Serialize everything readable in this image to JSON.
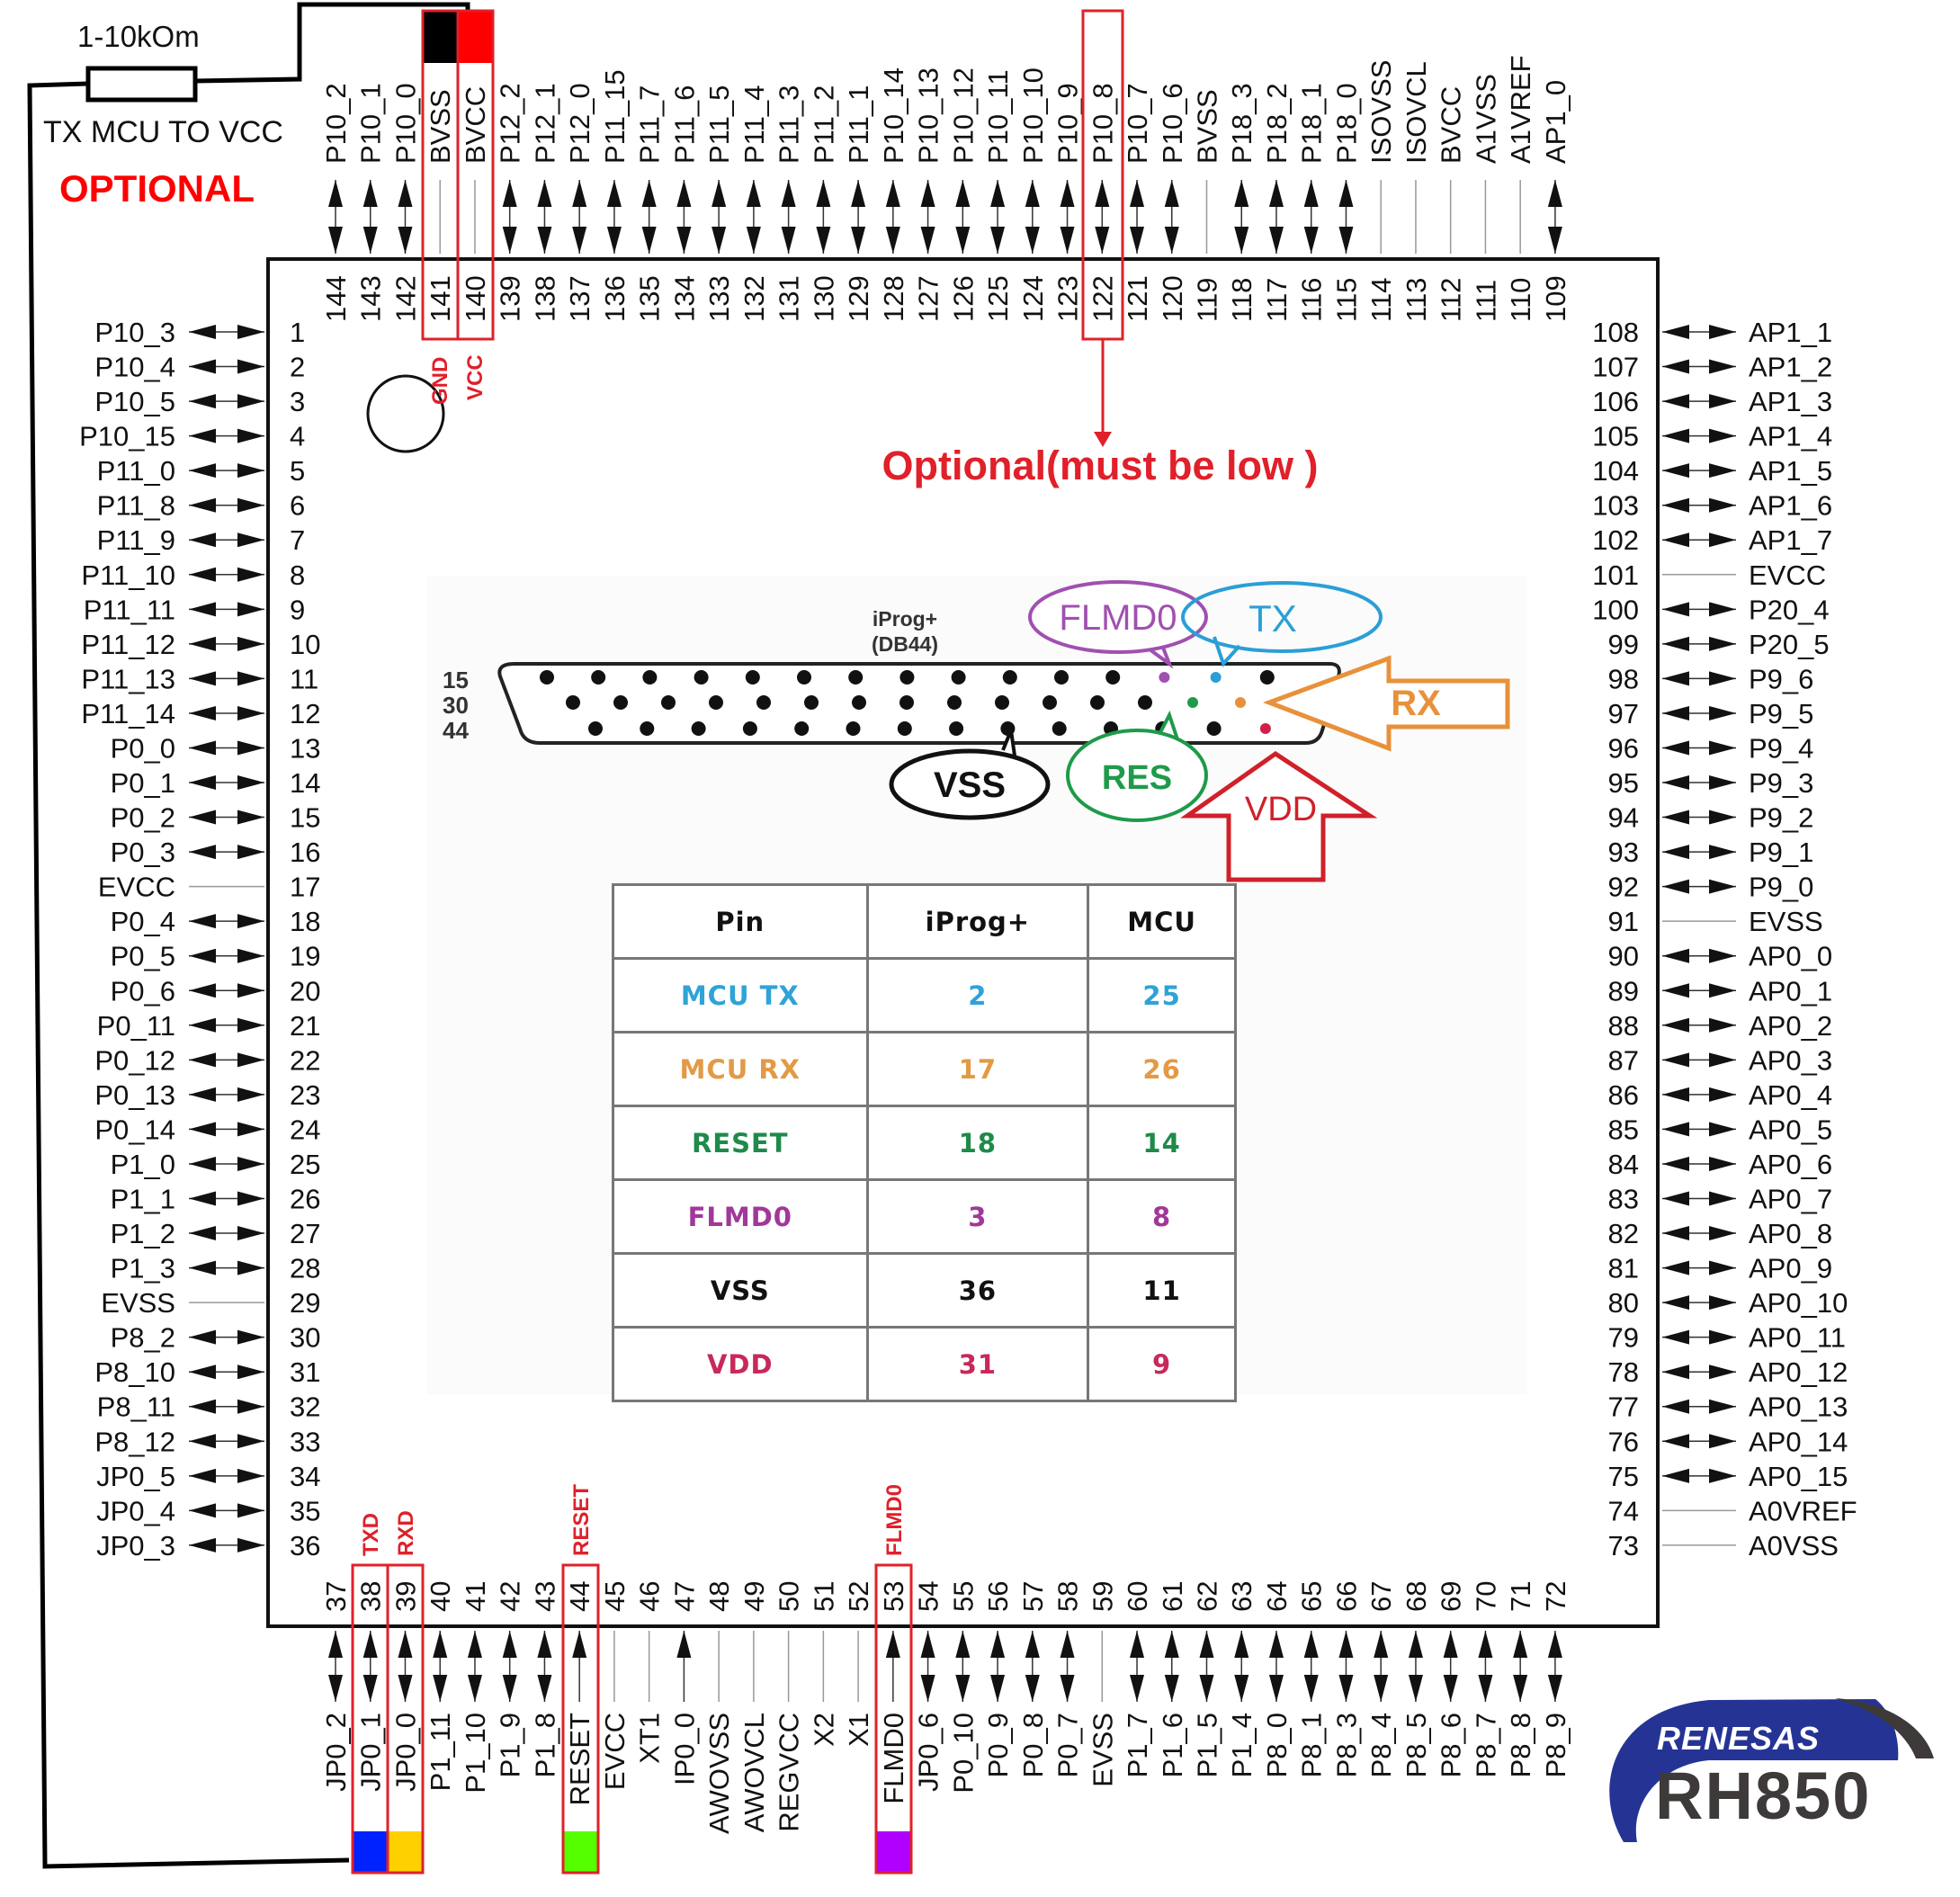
{
  "annotations": {
    "resistor_label": "1-10kOm",
    "tx_note": "TX MCU TO VCC",
    "optional_note": "OPTIONAL",
    "gnd_label": "GND",
    "vcc_label": "VCC",
    "must_be_low_note": "Optional(must be low )",
    "txd_label": "TXD",
    "rxd_label": "RXD",
    "reset_label": "RESET",
    "flmd0_label": "FLMD0"
  },
  "colors": {
    "highlight_red": "#e0202a",
    "gnd_block": "#000000",
    "vcc_block": "#ff0000",
    "txd_block": "#0022ff",
    "rxd_block": "#ffd000",
    "reset_block": "#55ff00",
    "flmd0_block": "#b000ff",
    "tx": "#2a9fd6",
    "rx": "#e8913a",
    "reset": "#1e9a4a",
    "flmd0": "#a050b0",
    "vss": "#111111",
    "vdd": "#d0204a"
  },
  "top_pins": [
    {
      "num": "144",
      "label": "P10_2",
      "dir": "bidir"
    },
    {
      "num": "143",
      "label": "P10_1",
      "dir": "bidir"
    },
    {
      "num": "142",
      "label": "P10_0",
      "dir": "bidir"
    },
    {
      "num": "141",
      "label": "BVSS",
      "dir": "none"
    },
    {
      "num": "140",
      "label": "BVCC",
      "dir": "none"
    },
    {
      "num": "139",
      "label": "P12_2",
      "dir": "bidir"
    },
    {
      "num": "138",
      "label": "P12_1",
      "dir": "bidir"
    },
    {
      "num": "137",
      "label": "P12_0",
      "dir": "bidir"
    },
    {
      "num": "136",
      "label": "P11_15",
      "dir": "bidir"
    },
    {
      "num": "135",
      "label": "P11_7",
      "dir": "bidir"
    },
    {
      "num": "134",
      "label": "P11_6",
      "dir": "bidir"
    },
    {
      "num": "133",
      "label": "P11_5",
      "dir": "bidir"
    },
    {
      "num": "132",
      "label": "P11_4",
      "dir": "bidir"
    },
    {
      "num": "131",
      "label": "P11_3",
      "dir": "bidir"
    },
    {
      "num": "130",
      "label": "P11_2",
      "dir": "bidir"
    },
    {
      "num": "129",
      "label": "P11_1",
      "dir": "bidir"
    },
    {
      "num": "128",
      "label": "P10_14",
      "dir": "bidir"
    },
    {
      "num": "127",
      "label": "P10_13",
      "dir": "bidir"
    },
    {
      "num": "126",
      "label": "P10_12",
      "dir": "bidir"
    },
    {
      "num": "125",
      "label": "P10_11",
      "dir": "bidir"
    },
    {
      "num": "124",
      "label": "P10_10",
      "dir": "bidir"
    },
    {
      "num": "123",
      "label": "P10_9",
      "dir": "bidir"
    },
    {
      "num": "122",
      "label": "P10_8",
      "dir": "bidir"
    },
    {
      "num": "121",
      "label": "P10_7",
      "dir": "bidir"
    },
    {
      "num": "120",
      "label": "P10_6",
      "dir": "bidir"
    },
    {
      "num": "119",
      "label": "BVSS",
      "dir": "none"
    },
    {
      "num": "118",
      "label": "P18_3",
      "dir": "bidir"
    },
    {
      "num": "117",
      "label": "P18_2",
      "dir": "bidir"
    },
    {
      "num": "116",
      "label": "P18_1",
      "dir": "bidir"
    },
    {
      "num": "115",
      "label": "P18_0",
      "dir": "bidir"
    },
    {
      "num": "114",
      "label": "ISOVSS",
      "dir": "none"
    },
    {
      "num": "113",
      "label": "ISOVCL",
      "dir": "none"
    },
    {
      "num": "112",
      "label": "BVCC",
      "dir": "none"
    },
    {
      "num": "111",
      "label": "A1VSS",
      "dir": "none"
    },
    {
      "num": "110",
      "label": "A1VREF",
      "dir": "none"
    },
    {
      "num": "109",
      "label": "AP1_0",
      "dir": "bidir"
    }
  ],
  "bottom_pins": [
    {
      "num": "37",
      "label": "JP0_2",
      "dir": "bidir"
    },
    {
      "num": "38",
      "label": "JP0_1",
      "dir": "bidir"
    },
    {
      "num": "39",
      "label": "JP0_0",
      "dir": "bidir"
    },
    {
      "num": "40",
      "label": "P1_11",
      "dir": "bidir"
    },
    {
      "num": "41",
      "label": "P1_10",
      "dir": "bidir"
    },
    {
      "num": "42",
      "label": "P1_9",
      "dir": "bidir"
    },
    {
      "num": "43",
      "label": "P1_8",
      "dir": "bidir"
    },
    {
      "num": "44",
      "label": "RESET",
      "dir": "in"
    },
    {
      "num": "45",
      "label": "EVCC",
      "dir": "none"
    },
    {
      "num": "46",
      "label": "XT1",
      "dir": "none"
    },
    {
      "num": "47",
      "label": "IP0_0",
      "dir": "in"
    },
    {
      "num": "48",
      "label": "AWOVSS",
      "dir": "none"
    },
    {
      "num": "49",
      "label": "AWOVCL",
      "dir": "none"
    },
    {
      "num": "50",
      "label": "REGVCC",
      "dir": "none"
    },
    {
      "num": "51",
      "label": "X2",
      "dir": "none"
    },
    {
      "num": "52",
      "label": "X1",
      "dir": "none"
    },
    {
      "num": "53",
      "label": "FLMD0",
      "dir": "in"
    },
    {
      "num": "54",
      "label": "JP0_6",
      "dir": "bidir"
    },
    {
      "num": "55",
      "label": "P0_10",
      "dir": "bidir"
    },
    {
      "num": "56",
      "label": "P0_9",
      "dir": "bidir"
    },
    {
      "num": "57",
      "label": "P0_8",
      "dir": "bidir"
    },
    {
      "num": "58",
      "label": "P0_7",
      "dir": "bidir"
    },
    {
      "num": "59",
      "label": "EVSS",
      "dir": "none"
    },
    {
      "num": "60",
      "label": "P1_7",
      "dir": "bidir"
    },
    {
      "num": "61",
      "label": "P1_6",
      "dir": "bidir"
    },
    {
      "num": "62",
      "label": "P1_5",
      "dir": "bidir"
    },
    {
      "num": "63",
      "label": "P1_4",
      "dir": "bidir"
    },
    {
      "num": "64",
      "label": "P8_0",
      "dir": "bidir"
    },
    {
      "num": "65",
      "label": "P8_1",
      "dir": "bidir"
    },
    {
      "num": "66",
      "label": "P8_3",
      "dir": "bidir"
    },
    {
      "num": "67",
      "label": "P8_4",
      "dir": "bidir"
    },
    {
      "num": "68",
      "label": "P8_5",
      "dir": "bidir"
    },
    {
      "num": "69",
      "label": "P8_6",
      "dir": "bidir"
    },
    {
      "num": "70",
      "label": "P8_7",
      "dir": "bidir"
    },
    {
      "num": "71",
      "label": "P8_8",
      "dir": "bidir"
    },
    {
      "num": "72",
      "label": "P8_9",
      "dir": "bidir"
    }
  ],
  "left_pins": [
    {
      "num": "1",
      "label": "P10_3",
      "dir": "bidir"
    },
    {
      "num": "2",
      "label": "P10_4",
      "dir": "bidir"
    },
    {
      "num": "3",
      "label": "P10_5",
      "dir": "bidir"
    },
    {
      "num": "4",
      "label": "P10_15",
      "dir": "bidir"
    },
    {
      "num": "5",
      "label": "P11_0",
      "dir": "bidir"
    },
    {
      "num": "6",
      "label": "P11_8",
      "dir": "bidir"
    },
    {
      "num": "7",
      "label": "P11_9",
      "dir": "bidir"
    },
    {
      "num": "8",
      "label": "P11_10",
      "dir": "bidir"
    },
    {
      "num": "9",
      "label": "P11_11",
      "dir": "bidir"
    },
    {
      "num": "10",
      "label": "P11_12",
      "dir": "bidir"
    },
    {
      "num": "11",
      "label": "P11_13",
      "dir": "bidir"
    },
    {
      "num": "12",
      "label": "P11_14",
      "dir": "bidir"
    },
    {
      "num": "13",
      "label": "P0_0",
      "dir": "bidir"
    },
    {
      "num": "14",
      "label": "P0_1",
      "dir": "bidir"
    },
    {
      "num": "15",
      "label": "P0_2",
      "dir": "bidir"
    },
    {
      "num": "16",
      "label": "P0_3",
      "dir": "bidir"
    },
    {
      "num": "17",
      "label": "EVCC",
      "dir": "none"
    },
    {
      "num": "18",
      "label": "P0_4",
      "dir": "bidir"
    },
    {
      "num": "19",
      "label": "P0_5",
      "dir": "bidir"
    },
    {
      "num": "20",
      "label": "P0_6",
      "dir": "bidir"
    },
    {
      "num": "21",
      "label": "P0_11",
      "dir": "bidir"
    },
    {
      "num": "22",
      "label": "P0_12",
      "dir": "bidir"
    },
    {
      "num": "23",
      "label": "P0_13",
      "dir": "bidir"
    },
    {
      "num": "24",
      "label": "P0_14",
      "dir": "bidir"
    },
    {
      "num": "25",
      "label": "P1_0",
      "dir": "bidir"
    },
    {
      "num": "26",
      "label": "P1_1",
      "dir": "bidir"
    },
    {
      "num": "27",
      "label": "P1_2",
      "dir": "bidir"
    },
    {
      "num": "28",
      "label": "P1_3",
      "dir": "bidir"
    },
    {
      "num": "29",
      "label": "EVSS",
      "dir": "none"
    },
    {
      "num": "30",
      "label": "P8_2",
      "dir": "bidir"
    },
    {
      "num": "31",
      "label": "P8_10",
      "dir": "bidir"
    },
    {
      "num": "32",
      "label": "P8_11",
      "dir": "bidir"
    },
    {
      "num": "33",
      "label": "P8_12",
      "dir": "bidir"
    },
    {
      "num": "34",
      "label": "JP0_5",
      "dir": "bidir"
    },
    {
      "num": "35",
      "label": "JP0_4",
      "dir": "bidir"
    },
    {
      "num": "36",
      "label": "JP0_3",
      "dir": "bidir"
    }
  ],
  "right_pins": [
    {
      "num": "108",
      "label": "AP1_1",
      "dir": "bidir"
    },
    {
      "num": "107",
      "label": "AP1_2",
      "dir": "bidir"
    },
    {
      "num": "106",
      "label": "AP1_3",
      "dir": "bidir"
    },
    {
      "num": "105",
      "label": "AP1_4",
      "dir": "bidir"
    },
    {
      "num": "104",
      "label": "AP1_5",
      "dir": "bidir"
    },
    {
      "num": "103",
      "label": "AP1_6",
      "dir": "bidir"
    },
    {
      "num": "102",
      "label": "AP1_7",
      "dir": "bidir"
    },
    {
      "num": "101",
      "label": "EVCC",
      "dir": "none"
    },
    {
      "num": "100",
      "label": "P20_4",
      "dir": "bidir"
    },
    {
      "num": "99",
      "label": "P20_5",
      "dir": "bidir"
    },
    {
      "num": "98",
      "label": "P9_6",
      "dir": "bidir"
    },
    {
      "num": "97",
      "label": "P9_5",
      "dir": "bidir"
    },
    {
      "num": "96",
      "label": "P9_4",
      "dir": "bidir"
    },
    {
      "num": "95",
      "label": "P9_3",
      "dir": "bidir"
    },
    {
      "num": "94",
      "label": "P9_2",
      "dir": "bidir"
    },
    {
      "num": "93",
      "label": "P9_1",
      "dir": "bidir"
    },
    {
      "num": "92",
      "label": "P9_0",
      "dir": "bidir"
    },
    {
      "num": "91",
      "label": "EVSS",
      "dir": "none"
    },
    {
      "num": "90",
      "label": "AP0_0",
      "dir": "bidir"
    },
    {
      "num": "89",
      "label": "AP0_1",
      "dir": "bidir"
    },
    {
      "num": "88",
      "label": "AP0_2",
      "dir": "bidir"
    },
    {
      "num": "87",
      "label": "AP0_3",
      "dir": "bidir"
    },
    {
      "num": "86",
      "label": "AP0_4",
      "dir": "bidir"
    },
    {
      "num": "85",
      "label": "AP0_5",
      "dir": "bidir"
    },
    {
      "num": "84",
      "label": "AP0_6",
      "dir": "bidir"
    },
    {
      "num": "83",
      "label": "AP0_7",
      "dir": "bidir"
    },
    {
      "num": "82",
      "label": "AP0_8",
      "dir": "bidir"
    },
    {
      "num": "81",
      "label": "AP0_9",
      "dir": "bidir"
    },
    {
      "num": "80",
      "label": "AP0_10",
      "dir": "bidir"
    },
    {
      "num": "79",
      "label": "AP0_11",
      "dir": "bidir"
    },
    {
      "num": "78",
      "label": "AP0_12",
      "dir": "bidir"
    },
    {
      "num": "77",
      "label": "AP0_13",
      "dir": "bidir"
    },
    {
      "num": "76",
      "label": "AP0_14",
      "dir": "bidir"
    },
    {
      "num": "75",
      "label": "AP0_15",
      "dir": "bidir"
    },
    {
      "num": "74",
      "label": "A0VREF",
      "dir": "none"
    },
    {
      "num": "73",
      "label": "A0VSS",
      "dir": "none"
    }
  ],
  "connector": {
    "title": "iProg+",
    "subtitle": "(DB44)",
    "row_labels": [
      "15",
      "30",
      "44"
    ],
    "row_pin_counts": [
      15,
      15,
      14
    ],
    "highlighted_pins": [
      {
        "row": 1,
        "index": 13,
        "signal": "FLMD0",
        "color": "#a050b0"
      },
      {
        "row": 1,
        "index": 14,
        "signal": "TX",
        "color": "#2a9fd6"
      },
      {
        "row": 2,
        "index": 14,
        "signal": "RES",
        "color": "#1e9a4a"
      },
      {
        "row": 2,
        "index": 15,
        "signal": "RX",
        "color": "#e8913a"
      },
      {
        "row": 3,
        "index": 14,
        "signal": "VDD",
        "color": "#d0204a"
      }
    ],
    "callouts": {
      "flmd0": "FLMD0",
      "tx": "TX",
      "rx": "RX",
      "vss": "VSS",
      "res": "RES",
      "vdd": "VDD"
    }
  },
  "pin_table": {
    "headers": [
      "Pin",
      "iProg+",
      "MCU"
    ],
    "rows": [
      {
        "signal": "MCU TX",
        "iprog": "2",
        "mcu": "25",
        "color": "#2fa3d6"
      },
      {
        "signal": "MCU RX",
        "iprog": "17",
        "mcu": "26",
        "color": "#e29a45"
      },
      {
        "signal": "RESET",
        "iprog": "18",
        "mcu": "14",
        "color": "#1f8a4a"
      },
      {
        "signal": "FLMD0",
        "iprog": "3",
        "mcu": "8",
        "color": "#a0389a"
      },
      {
        "signal": "VSS",
        "iprog": "36",
        "mcu": "11",
        "color": "#111111"
      },
      {
        "signal": "VDD",
        "iprog": "31",
        "mcu": "9",
        "color": "#c8285a"
      }
    ]
  },
  "logo": {
    "brand": "RENESAS",
    "product": "RH850"
  }
}
